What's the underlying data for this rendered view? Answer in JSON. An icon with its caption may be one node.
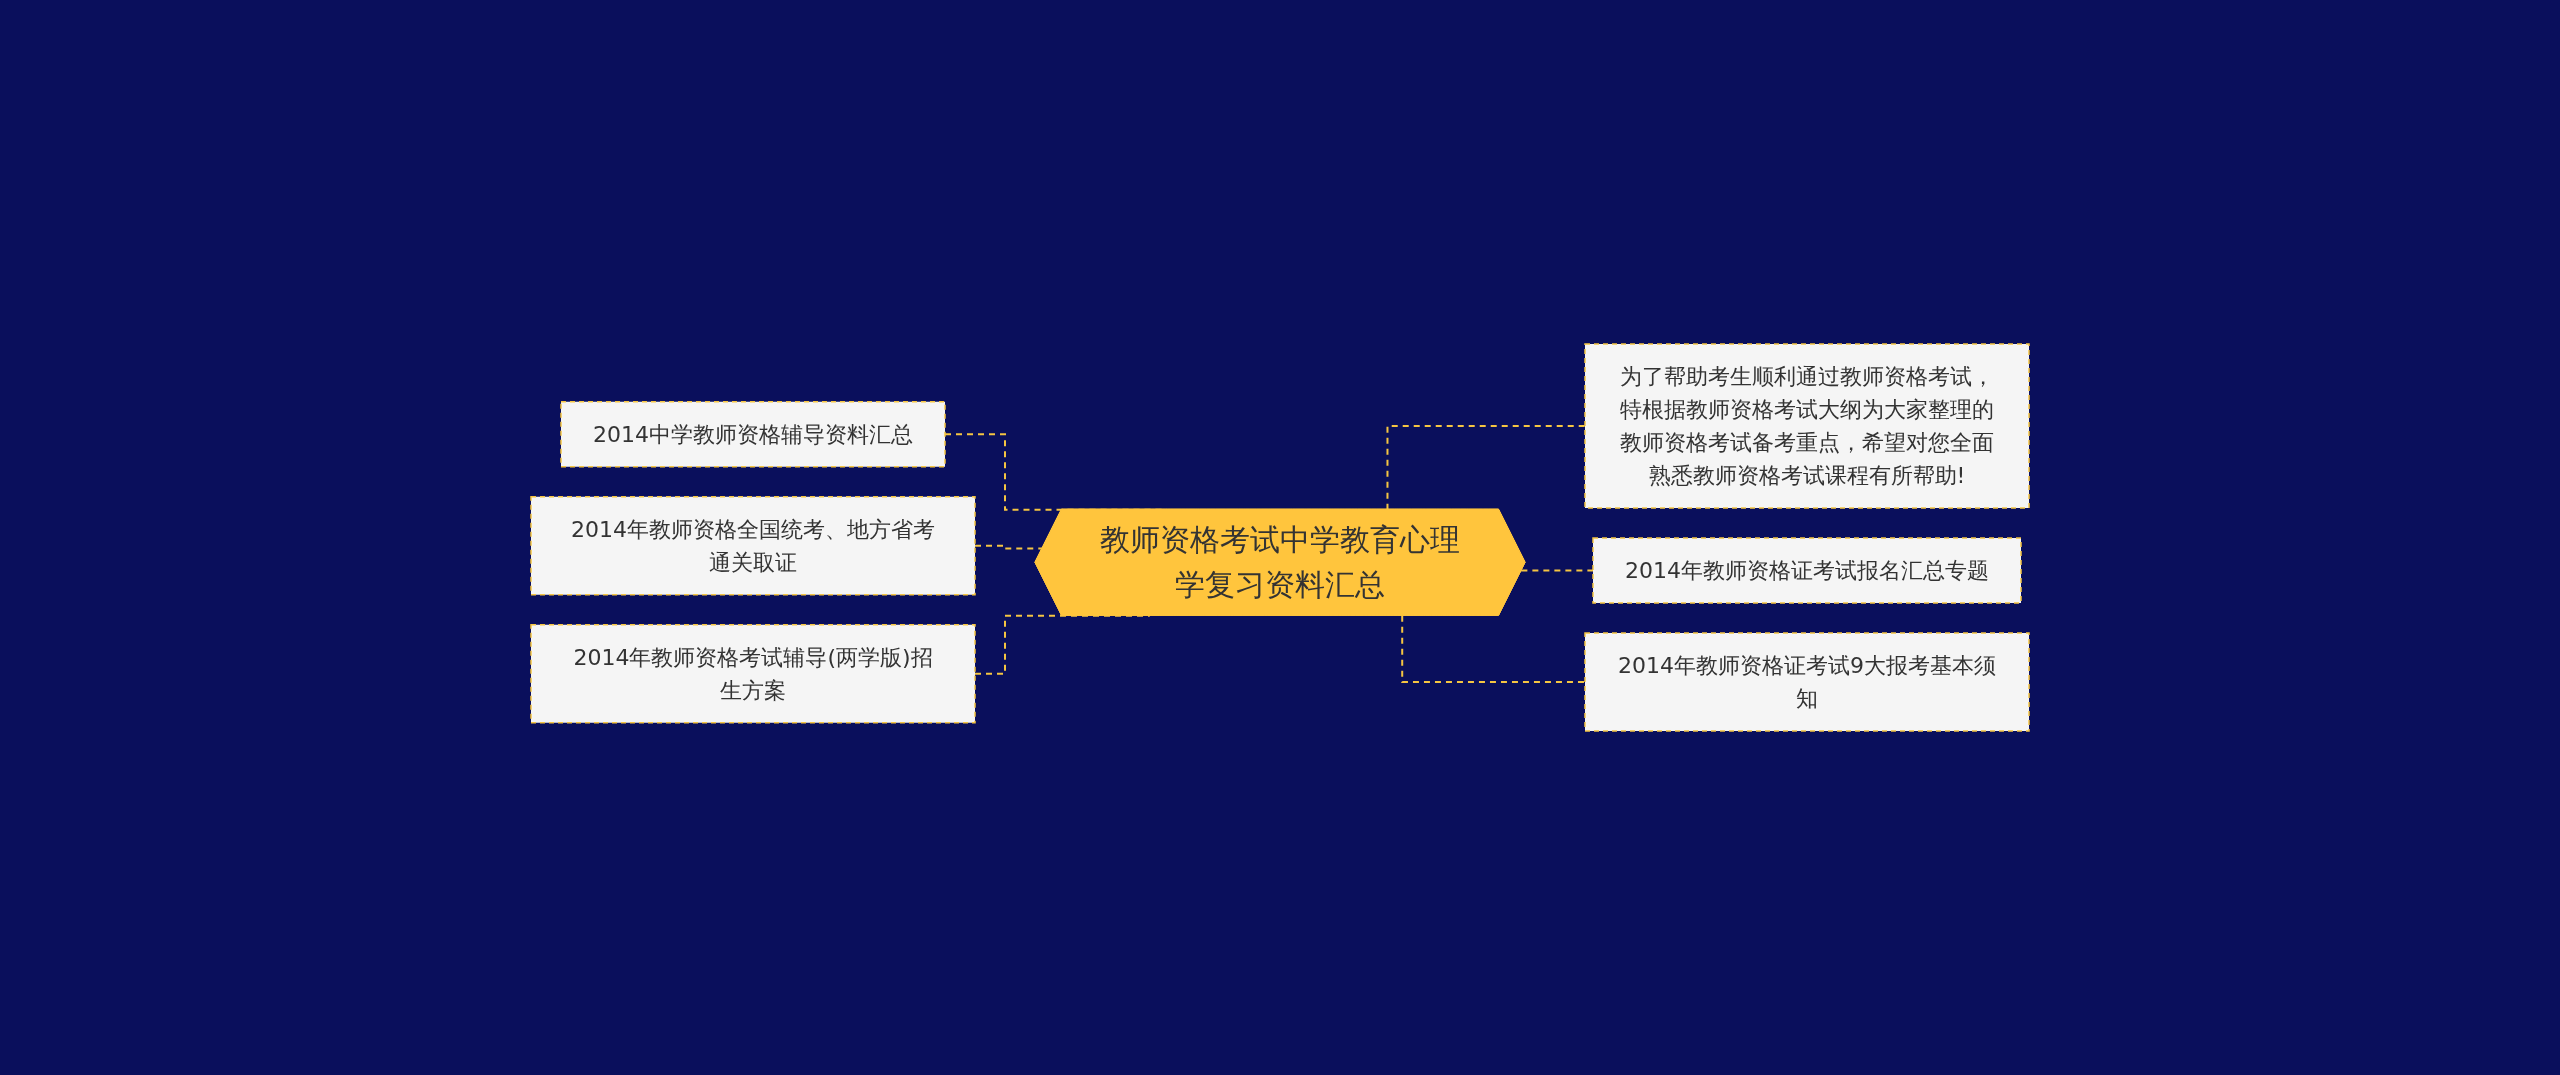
{
  "diagram": {
    "nodes": [
      {
        "text": [
          "教师资格考试中学教育心理学复习资料汇总"
        ]
      },
      {
        "text": [
          "2014中学教师资格辅导资料汇总"
        ]
      },
      {
        "text": [
          "2014年教师资格全国统考、地方省考通关取证"
        ]
      },
      {
        "text": [
          "2014年教师资格考试辅导(两学版)招生方案"
        ]
      },
      {
        "text": [
          "为了帮助考生顺利通过教师资格考试，特根据教师资格考试大纲为大家整理的教师资格考试备考重点，希望对您全面熟悉教师资格考试课程有所帮助!"
        ]
      },
      {
        "text": [
          "2014年教师资格证考试报名汇总专题"
        ]
      },
      {
        "text": [
          "2014年教师资格证考试9大报考基本须知"
        ]
      }
    ],
    "edges": [
      {
        "from": 0,
        "to": 1,
        "arrow": "none",
        "style": "dashed"
      },
      {
        "from": 0,
        "to": 2,
        "arrow": "none",
        "style": "dashed"
      },
      {
        "from": 0,
        "to": 3,
        "arrow": "none",
        "style": "dashed"
      },
      {
        "from": 0,
        "to": 4,
        "arrow": "none",
        "style": "dashed"
      },
      {
        "from": 0,
        "to": 5,
        "arrow": "none",
        "style": "dashed"
      },
      {
        "from": 0,
        "to": 6,
        "arrow": "none",
        "style": "dashed"
      }
    ]
  }
}
